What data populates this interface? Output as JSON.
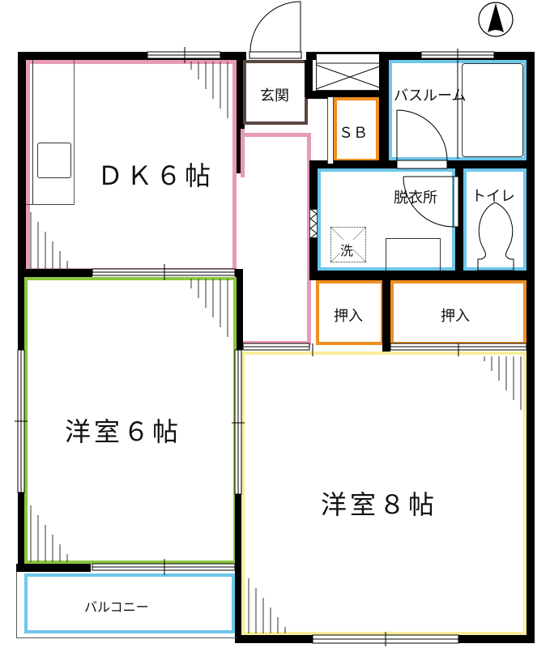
{
  "floor_plan": {
    "compass": {
      "icon": "north-arrow-icon",
      "direction": "N"
    },
    "rooms": {
      "dk": {
        "label": "ＤＫ６帖",
        "color": "#e79ab8"
      },
      "entrance": {
        "label": "玄関",
        "color": "#5a4640"
      },
      "sb": {
        "label": "ＳＢ",
        "color": "#ef8e22"
      },
      "bathroom": {
        "label": "バスルーム",
        "color": "#6ec6ea"
      },
      "dressing": {
        "label": "脱衣所",
        "color": "#6ec6ea"
      },
      "toilet": {
        "label": "トイレ",
        "color": "#6ec6ea"
      },
      "washer": {
        "label": "洗"
      },
      "closet1": {
        "label": "押入",
        "color": "#ef8e22"
      },
      "closet2": {
        "label": "押入",
        "color": "#ef8e22"
      },
      "western6": {
        "label": "洋室６帖",
        "color": "#8cc63f"
      },
      "western8": {
        "label": "洋室８帖",
        "color": "#f7ee9c"
      },
      "balcony": {
        "label": "バルコニー",
        "color": "#6ec6ea"
      }
    }
  }
}
